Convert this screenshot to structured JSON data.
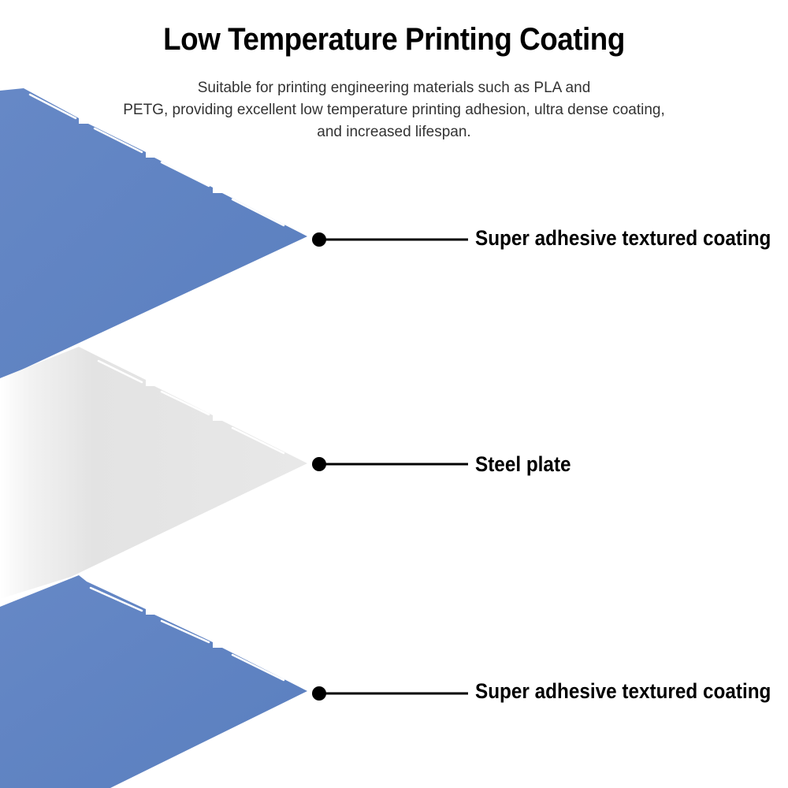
{
  "title": "Low Temperature Printing Coating",
  "description": {
    "line1": "Suitable for printing engineering materials such as PLA and",
    "line2": "PETG, providing excellent low temperature printing adhesion, ultra dense coating,",
    "line3": "and increased lifespan."
  },
  "layers": [
    {
      "label": "Super adhesive textured coating",
      "color": "#5f84c3"
    },
    {
      "label": "Steel plate",
      "color": "#e6e6e6"
    },
    {
      "label": "Super adhesive textured coating",
      "color": "#5f84c3"
    }
  ]
}
